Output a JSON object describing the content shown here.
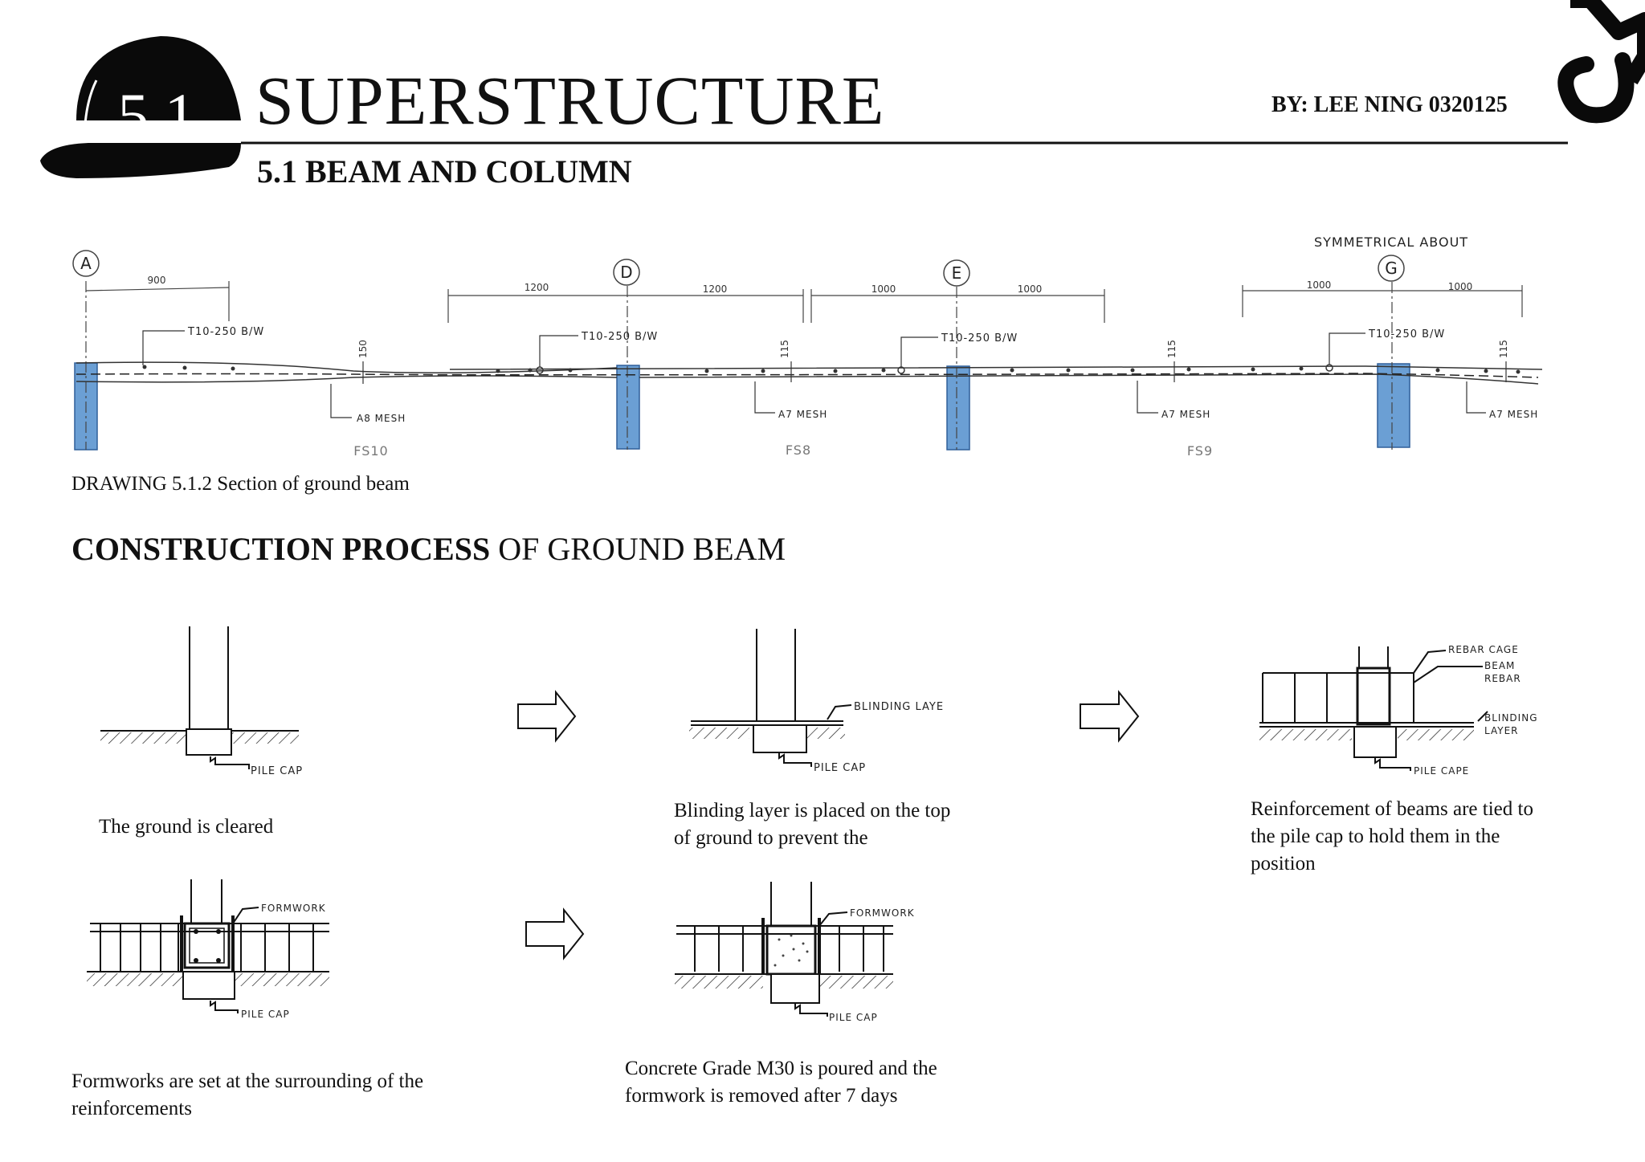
{
  "header": {
    "badge": "5.1",
    "title": "SUPERSTRUCTURE",
    "subtitle": "5.1 BEAM AND COLUMN",
    "author": "BY: LEE NING 0320125"
  },
  "drawing": {
    "grid_labels": [
      "A",
      "D",
      "E",
      "G"
    ],
    "symmetry_note": "SYMMETRICAL ABOUT",
    "dimensions": [
      "900",
      "1200",
      "1200",
      "1000",
      "1000",
      "1000",
      "1000"
    ],
    "rebar_labels": [
      "T10-250 B/W",
      "T10-250 B/W",
      "T10-250 B/W",
      "T10-250 B/W"
    ],
    "mesh_labels": [
      "A8 MESH",
      "A7 MESH",
      "A7 MESH",
      "A7 MESH"
    ],
    "thickness_labels": [
      "150",
      "115",
      "115",
      "115"
    ],
    "zone_labels": [
      "FS10",
      "FS8",
      "FS9"
    ],
    "caption": "DRAWING 5.1.2 Section of ground beam",
    "column_color": "#6b9fd4"
  },
  "process": {
    "heading_bold": "CONSTRUCTION PROCESS",
    "heading_rest": " OF GROUND BEAM",
    "steps": [
      {
        "text": "The ground is cleared",
        "labels": [
          "PILE CAP"
        ]
      },
      {
        "text": "Blinding layer is placed on the top of ground to prevent the",
        "labels": [
          "BLINDING LAYE",
          "PILE CAP"
        ]
      },
      {
        "text": "Reinforcement of beams are tied to the pile cap to hold them in the position",
        "labels": [
          "REBAR CAGE",
          "BEAM",
          "REBAR",
          "BLINDING",
          "LAYER",
          "PILE CAPE"
        ]
      },
      {
        "text": "Formworks are set at the surrounding of the reinforcements",
        "labels": [
          "FORMWORK",
          "PILE CAP"
        ]
      },
      {
        "text": "Concrete Grade M30 is poured and the formwork is removed after 7 days",
        "labels": [
          "FORMWORK",
          "PILE CAP"
        ]
      }
    ]
  },
  "icons": {
    "helmet": "hard-hat-icon",
    "hook": "crane-hook-icon",
    "arrow": "right-arrow-icon"
  }
}
